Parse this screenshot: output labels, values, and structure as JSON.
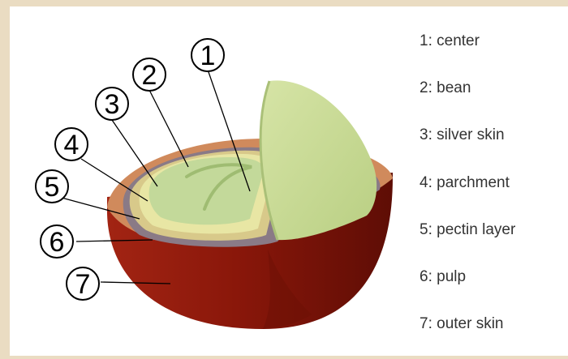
{
  "colors": {
    "outer_skin": "#8e1a0c",
    "outer_skin_dark": "#5e0d05",
    "pulp": "#d08a5c",
    "pectin": "#8a7a86",
    "parchment": "#d8c98a",
    "silver_skin": "#e8e6a4",
    "bean": "#c3d99a",
    "bean_light": "#d9e8b0",
    "background": "#eadcc2"
  },
  "callouts": [
    {
      "number": "1"
    },
    {
      "number": "2"
    },
    {
      "number": "3"
    },
    {
      "number": "4"
    },
    {
      "number": "5"
    },
    {
      "number": "6"
    },
    {
      "number": "7"
    }
  ],
  "legend": [
    {
      "label": "1: center"
    },
    {
      "label": "2: bean"
    },
    {
      "label": "3: silver skin"
    },
    {
      "label": "4: parchment"
    },
    {
      "label": "5: pectin layer"
    },
    {
      "label": "6: pulp"
    },
    {
      "label": "7: outer skin"
    }
  ]
}
